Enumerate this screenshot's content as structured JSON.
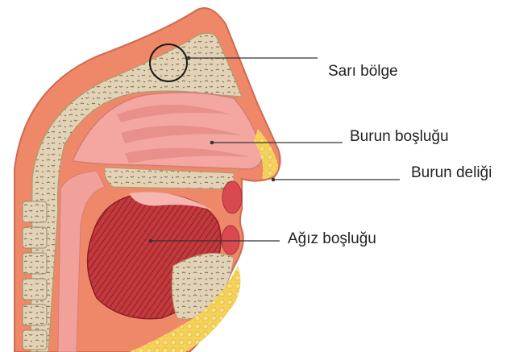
{
  "diagram": {
    "labels": {
      "olfactory_region": "Sarı bölge",
      "nasal_cavity": "Burun boşluğu",
      "nostril": "Burun deliği",
      "oral_cavity": "Ağız boşluğu"
    }
  }
}
